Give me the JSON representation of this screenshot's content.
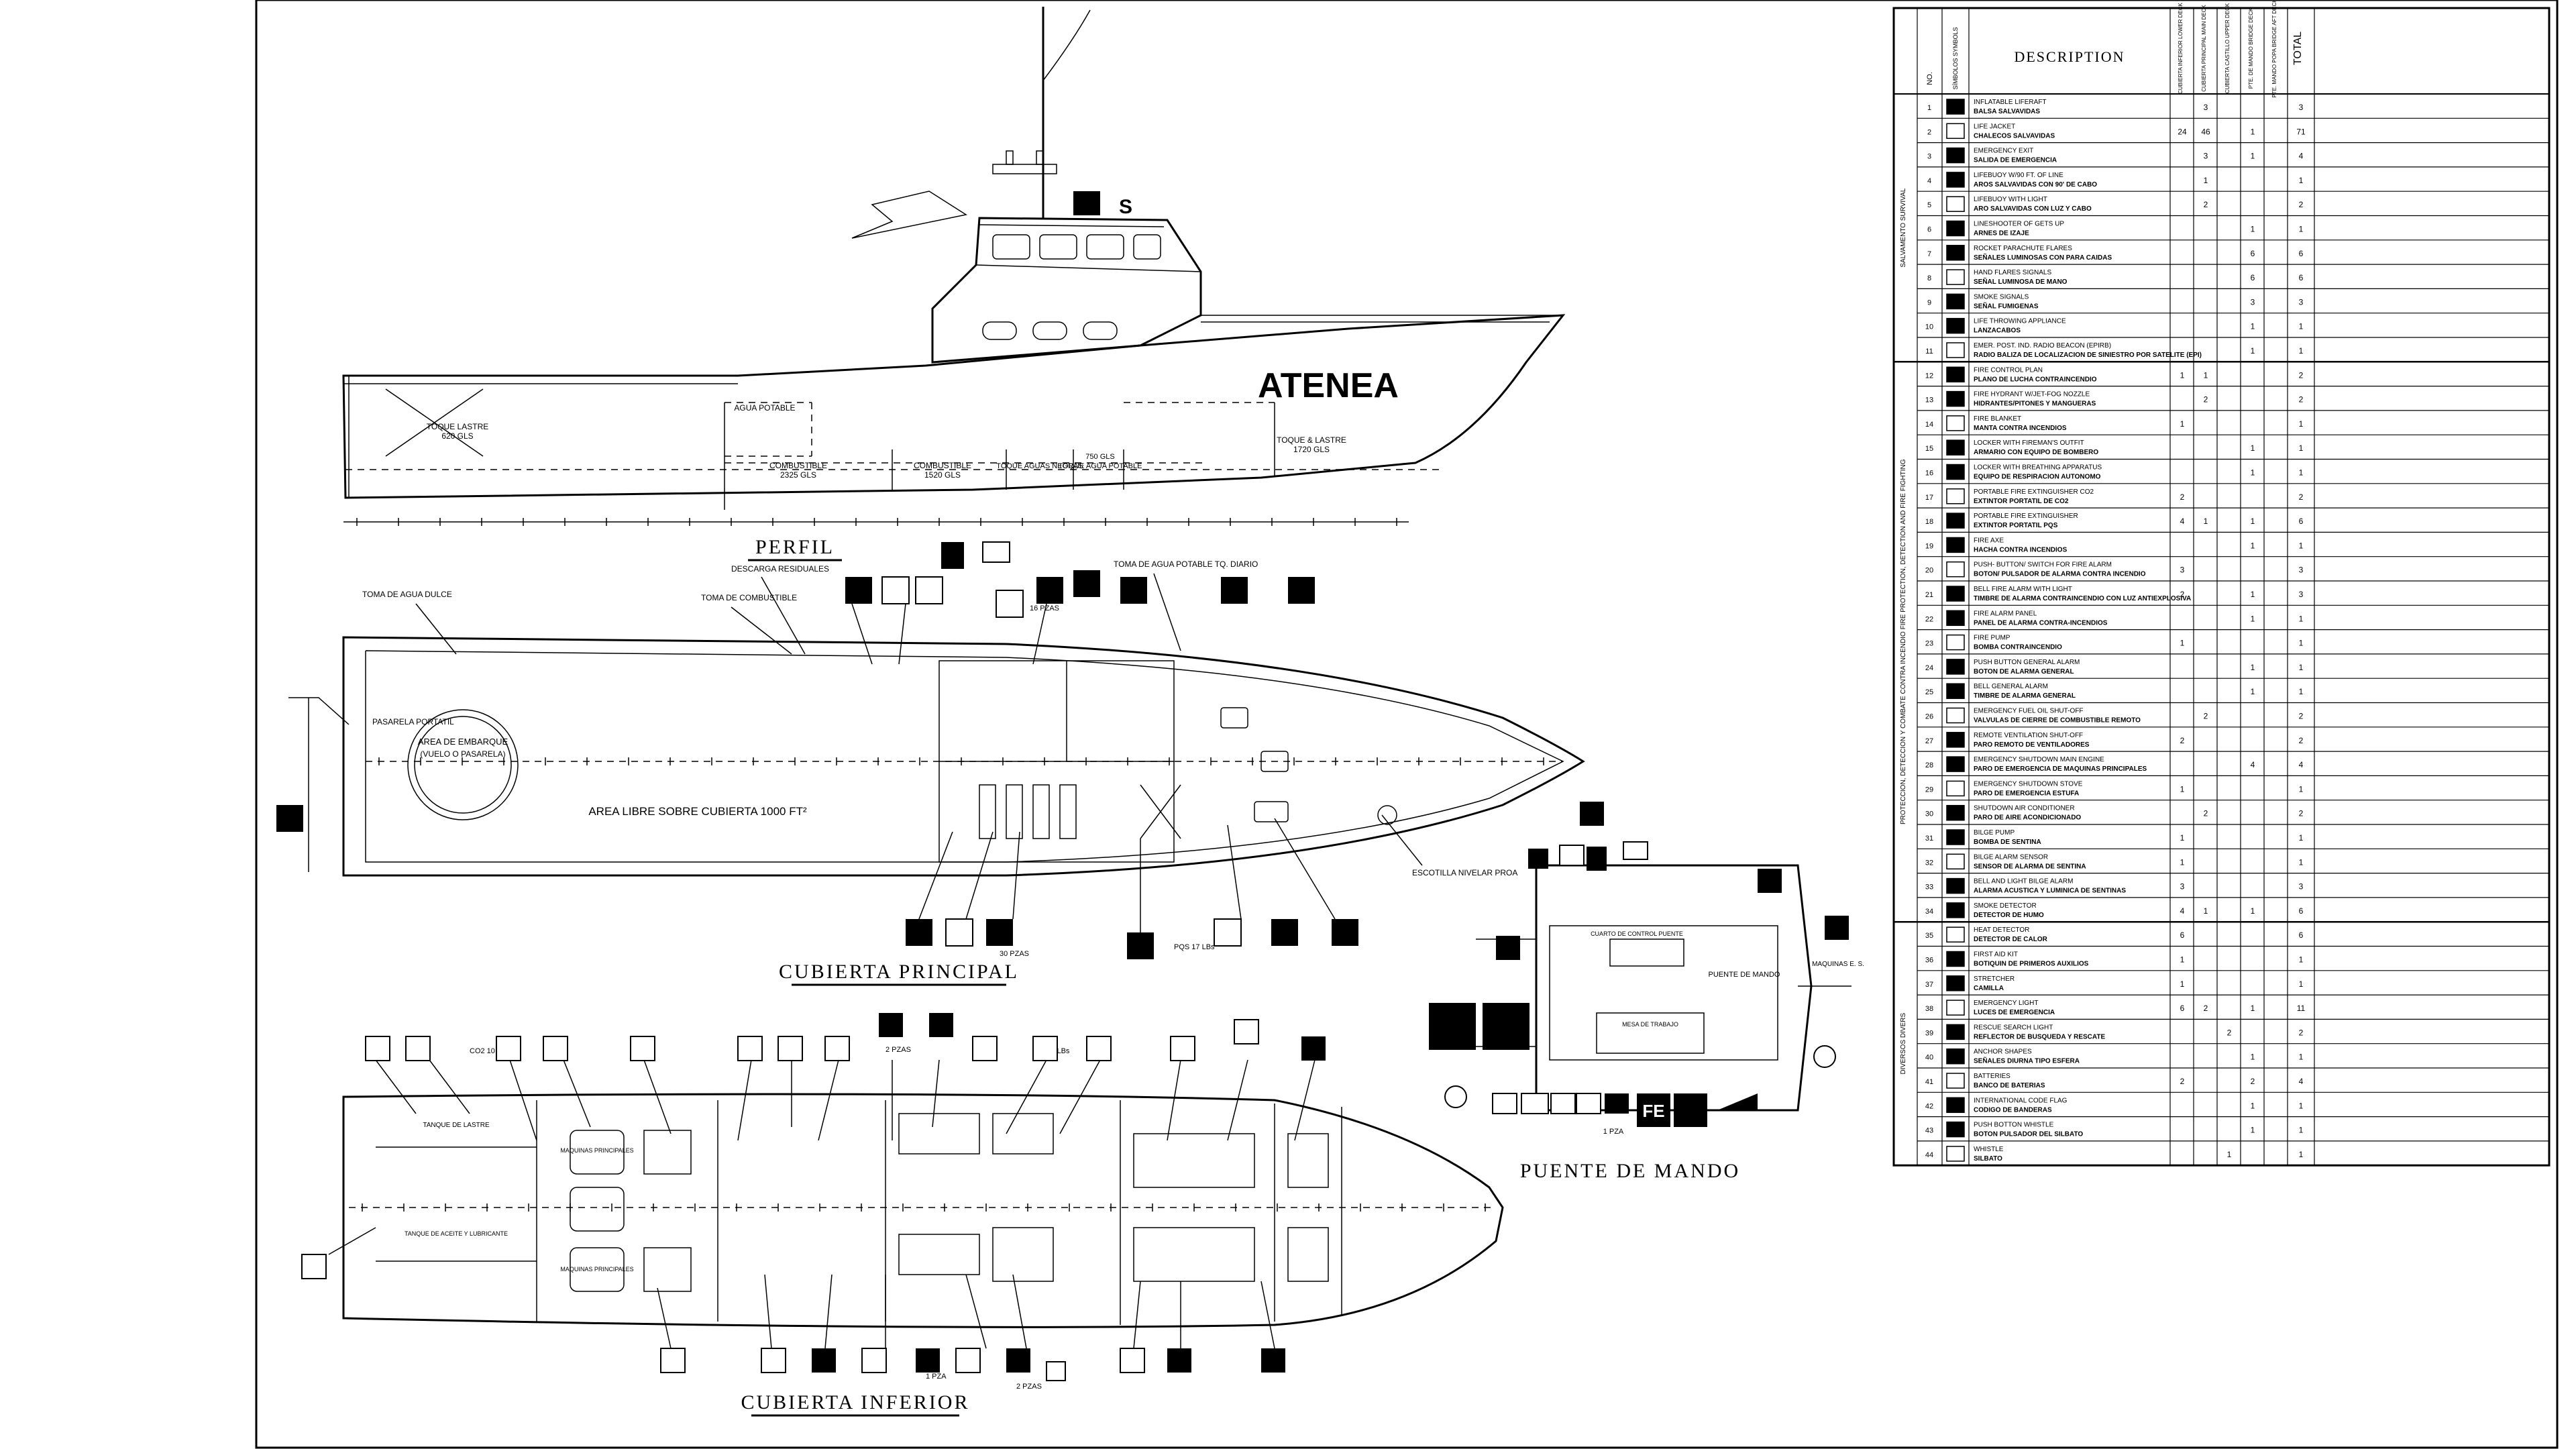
{
  "vessel_name": "ATENEA",
  "views": {
    "profile": "PERFIL",
    "main_deck": "CUBIERTA PRINCIPAL",
    "lower_deck": "CUBIERTA INFERIOR",
    "bridge": "PUENTE DE MANDO"
  },
  "profile_labels": {
    "ballast_aft": "TOQUE LASTRE",
    "ballast_aft_cap": "620 GLS",
    "potable": "AGUA POTABLE",
    "fuel_1": "COMBUSTIBLE",
    "fuel_1_cap": "2325 GLS",
    "fuel_2": "COMBUSTIBLE",
    "fuel_2_cap": "1520 GLS",
    "black_water": "TOQUE AGUAS NEGRAS",
    "potable_2": "TOQUE AGUA POTABLE",
    "potable_2_cap": "750 GLS",
    "ballast_fwd": "TOQUE & LASTRE",
    "ballast_fwd_cap": "1720 GLS"
  },
  "main_deck_labels": {
    "fresh_water": "TOMA DE AGUA DULCE",
    "discharge": "DESCARGA RESIDUALES",
    "fuel_intake": "TOMA DE COMBUSTIBLE",
    "potable_intake": "TOMA DE AGUA POTABLE TQ. DIARIO",
    "gangway": "PASARELA PORTATIL",
    "boarding_area": "AREA DE EMBARQUE",
    "boarding_sub": "(VUELO O PASARELA)",
    "free_area": "AREA LIBRE SOBRE CUBIERTA 1000 FT²",
    "hatch": "ESCOTILLA NIVELAR PROA",
    "jackets_16": "16 PZAS",
    "jackets_30": "30 PZAS",
    "pqs_17": "PQS 17 LBs"
  },
  "lower_deck_labels": {
    "ballast_tank": "TANQUE DE LASTRE",
    "engine_room": "MAQUINAS PRINCIPALES",
    "oil_tank": "TANQUE DE ACEITE Y LUBRICANTE",
    "engine_room_2": "MAQUINAS PRINCIPALES",
    "pieces_2": "2 PZAS",
    "pieces_1": "1 PZA",
    "pieces_2b": "2 PZAS",
    "pqs_4": "PQS 4 LBs",
    "co2_10": "CO2 10 LBs"
  },
  "bridge_labels": {
    "control": "CUARTO DE CONTROL PUENTE",
    "door": "PUENTE DE MANDO",
    "piece_1": "1 PZA",
    "work_table": "MESA DE TRABAJO",
    "engine": "MAQUINAS E. S."
  },
  "table": {
    "headers": {
      "no": "NO.",
      "symbol": "SÍMBOLOS SYMBOLS",
      "description": "DESCRIPTION",
      "c1": "CUBIERTA INFERIOR LOWER DECK",
      "c2": "CUBIERTA PRINCIPAL MAIN DECK",
      "c3": "CUBIERTA CASTILLO UPPER DECK",
      "c4": "PTE. DE MANDO BRIDGE DECK",
      "c5": "PTE. MANDO POPA BRIDGE AFT DECK",
      "total": "TOTAL"
    },
    "groups": [
      {
        "name": "SALVAMENTO SURVIVAL",
        "first": 1,
        "last": 11
      },
      {
        "name": "PROTECCION, DETECCION Y COMBATE CONTRA INCENDIO  FIRE PROTECTION, DETECTION AND FIRE FIGHTING",
        "first": 12,
        "last": 34
      },
      {
        "name": "DIVERSOS DIVERS",
        "first": 35,
        "last": 44
      }
    ],
    "rows": [
      {
        "no": "1",
        "en": "INFLATABLE LIFERAFT",
        "es": "BALSA SALVAVIDAS",
        "c": [
          "",
          "3",
          "",
          "",
          ""
        ],
        "t": "3"
      },
      {
        "no": "2",
        "en": "LIFE JACKET",
        "es": "CHALECOS SALVAVIDAS",
        "c": [
          "24",
          "46",
          "",
          "1",
          ""
        ],
        "t": "71"
      },
      {
        "no": "3",
        "en": "EMERGENCY EXIT",
        "es": "SALIDA DE EMERGENCIA",
        "c": [
          "",
          "3",
          "",
          "1",
          ""
        ],
        "t": "4"
      },
      {
        "no": "4",
        "en": "LIFEBUOY W/90 FT. OF LINE",
        "es": "AROS SALVAVIDAS CON 90' DE CABO",
        "c": [
          "",
          "1",
          "",
          "",
          ""
        ],
        "t": "1"
      },
      {
        "no": "5",
        "en": "LIFEBUOY WITH LIGHT",
        "es": "ARO SALVAVIDAS CON LUZ Y CABO",
        "c": [
          "",
          "2",
          "",
          "",
          ""
        ],
        "t": "2"
      },
      {
        "no": "6",
        "en": "LINESHOOTER OF GETS UP",
        "es": "ARNES DE IZAJE",
        "c": [
          "",
          "",
          "",
          "1",
          ""
        ],
        "t": "1"
      },
      {
        "no": "7",
        "en": "ROCKET PARACHUTE FLARES",
        "es": "SEÑALES LUMINOSAS CON PARA CAIDAS",
        "c": [
          "",
          "",
          "",
          "6",
          ""
        ],
        "t": "6"
      },
      {
        "no": "8",
        "en": "HAND FLARES SIGNALS",
        "es": "SEÑAL LUMINOSA DE MANO",
        "c": [
          "",
          "",
          "",
          "6",
          ""
        ],
        "t": "6"
      },
      {
        "no": "9",
        "en": "SMOKE SIGNALS",
        "es": "SEÑAL FUMIGENAS",
        "c": [
          "",
          "",
          "",
          "3",
          ""
        ],
        "t": "3"
      },
      {
        "no": "10",
        "en": "LIFE THROWING APPLIANCE",
        "es": "LANZACABOS",
        "c": [
          "",
          "",
          "",
          "1",
          ""
        ],
        "t": "1"
      },
      {
        "no": "11",
        "en": "EMER. POST. IND. RADIO BEACON (EPIRB)",
        "es": "RADIO BALIZA DE LOCALIZACION DE SINIESTRO POR SATELITE (EPI)",
        "c": [
          "",
          "",
          "",
          "1",
          ""
        ],
        "t": "1"
      },
      {
        "no": "12",
        "en": "FIRE CONTROL PLAN",
        "es": "PLANO DE LUCHA CONTRAINCENDIO",
        "c": [
          "1",
          "1",
          "",
          "",
          ""
        ],
        "t": "2"
      },
      {
        "no": "13",
        "en": "FIRE HYDRANT W/JET-FOG NOZZLE",
        "es": "HIDRANTES/PITONES Y MANGUERAS",
        "c": [
          "",
          "2",
          "",
          "",
          ""
        ],
        "t": "2"
      },
      {
        "no": "14",
        "en": "FIRE BLANKET",
        "es": "MANTA CONTRA INCENDIOS",
        "c": [
          "1",
          "",
          "",
          "",
          ""
        ],
        "t": "1"
      },
      {
        "no": "15",
        "en": "LOCKER WITH FIREMAN'S OUTFIT",
        "es": "ARMARIO CON EQUIPO DE BOMBERO",
        "c": [
          "",
          "",
          "",
          "1",
          ""
        ],
        "t": "1"
      },
      {
        "no": "16",
        "en": "LOCKER WITH BREATHING APPARATUS",
        "es": "EQUIPO DE RESPIRACION AUTONOMO",
        "c": [
          "",
          "",
          "",
          "1",
          ""
        ],
        "t": "1"
      },
      {
        "no": "17",
        "en": "PORTABLE FIRE EXTINGUISHER CO2",
        "es": "EXTINTOR PORTATIL DE CO2",
        "c": [
          "2",
          "",
          "",
          "",
          ""
        ],
        "t": "2"
      },
      {
        "no": "18",
        "en": "PORTABLE FIRE EXTINGUISHER",
        "es": "EXTINTOR PORTATIL PQS",
        "c": [
          "4",
          "1",
          "",
          "1",
          ""
        ],
        "t": "6"
      },
      {
        "no": "19",
        "en": "FIRE AXE",
        "es": "HACHA CONTRA INCENDIOS",
        "c": [
          "",
          "",
          "",
          "1",
          ""
        ],
        "t": "1"
      },
      {
        "no": "20",
        "en": "PUSH- BUTTON/ SWITCH FOR FIRE ALARM",
        "es": "BOTON/ PULSADOR DE ALARMA CONTRA INCENDIO",
        "c": [
          "3",
          "",
          "",
          "",
          ""
        ],
        "t": "3"
      },
      {
        "no": "21",
        "en": "BELL FIRE ALARM WITH LIGHT",
        "es": "TIMBRE DE ALARMA CONTRAINCENDIO CON LUZ ANTIEXPLOSIVA",
        "c": [
          "2",
          "",
          "",
          "1",
          ""
        ],
        "t": "3"
      },
      {
        "no": "22",
        "en": "FIRE ALARM PANEL",
        "es": "PANEL DE ALARMA CONTRA-INCENDIOS",
        "c": [
          "",
          "",
          "",
          "1",
          ""
        ],
        "t": "1"
      },
      {
        "no": "23",
        "en": "FIRE PUMP",
        "es": "BOMBA CONTRAINCENDIO",
        "c": [
          "1",
          "",
          "",
          "",
          ""
        ],
        "t": "1"
      },
      {
        "no": "24",
        "en": "PUSH BUTTON GENERAL ALARM",
        "es": "BOTON DE ALARMA GENERAL",
        "c": [
          "",
          "",
          "",
          "1",
          ""
        ],
        "t": "1"
      },
      {
        "no": "25",
        "en": "BELL GENERAL ALARM",
        "es": "TIMBRE DE ALARMA GENERAL",
        "c": [
          "",
          "",
          "",
          "1",
          ""
        ],
        "t": "1"
      },
      {
        "no": "26",
        "en": "EMERGENCY FUEL OIL SHUT-OFF",
        "es": "VALVULAS DE CIERRE DE COMBUSTIBLE REMOTO",
        "c": [
          "",
          "2",
          "",
          "",
          ""
        ],
        "t": "2"
      },
      {
        "no": "27",
        "en": "REMOTE VENTILATION SHUT-OFF",
        "es": "PARO REMOTO DE VENTILADORES",
        "c": [
          "2",
          "",
          "",
          "",
          ""
        ],
        "t": "2"
      },
      {
        "no": "28",
        "en": "EMERGENCY SHUTDOWN MAIN ENGINE",
        "es": "PARO DE EMERGENCIA DE MAQUINAS PRINCIPALES",
        "c": [
          "",
          "",
          "",
          "4",
          ""
        ],
        "t": "4"
      },
      {
        "no": "29",
        "en": "EMERGENCY SHUTDOWN STOVE",
        "es": "PARO DE EMERGENCIA ESTUFA",
        "c": [
          "1",
          "",
          "",
          "",
          ""
        ],
        "t": "1"
      },
      {
        "no": "30",
        "en": "SHUTDOWN AIR CONDITIONER",
        "es": "PARO DE AIRE ACONDICIONADO",
        "c": [
          "",
          "2",
          "",
          "",
          ""
        ],
        "t": "2"
      },
      {
        "no": "31",
        "en": "BILGE PUMP",
        "es": "BOMBA DE SENTINA",
        "c": [
          "1",
          "",
          "",
          "",
          ""
        ],
        "t": "1"
      },
      {
        "no": "32",
        "en": "BILGE ALARM SENSOR",
        "es": "SENSOR DE ALARMA DE SENTINA",
        "c": [
          "1",
          "",
          "",
          "",
          ""
        ],
        "t": "1"
      },
      {
        "no": "33",
        "en": "BELL AND LIGHT BILGE ALARM",
        "es": "ALARMA ACUSTICA Y LUMINICA DE SENTINAS",
        "c": [
          "3",
          "",
          "",
          "",
          ""
        ],
        "t": "3"
      },
      {
        "no": "34",
        "en": "SMOKE DETECTOR",
        "es": "DETECTOR DE HUMO",
        "c": [
          "4",
          "1",
          "",
          "1",
          ""
        ],
        "t": "6"
      },
      {
        "no": "35",
        "en": "HEAT DETECTOR",
        "es": "DETECTOR DE CALOR",
        "c": [
          "6",
          "",
          "",
          "",
          ""
        ],
        "t": "6"
      },
      {
        "no": "36",
        "en": "FIRST AID KIT",
        "es": "BOTIQUIN DE PRIMEROS AUXILIOS",
        "c": [
          "1",
          "",
          "",
          "",
          ""
        ],
        "t": "1"
      },
      {
        "no": "37",
        "en": "STRETCHER",
        "es": "CAMILLA",
        "c": [
          "1",
          "",
          "",
          "",
          ""
        ],
        "t": "1"
      },
      {
        "no": "38",
        "en": "EMERGENCY LIGHT",
        "es": "LUCES DE EMERGENCIA",
        "c": [
          "6",
          "2",
          "",
          "1",
          ""
        ],
        "t": "11"
      },
      {
        "no": "39",
        "en": "RESCUE SEARCH LIGHT",
        "es": "REFLECTOR DE BUSQUEDA Y RESCATE",
        "c": [
          "",
          "",
          "2",
          "",
          ""
        ],
        "t": "2"
      },
      {
        "no": "40",
        "en": "ANCHOR SHAPES",
        "es": "SEÑALES DIURNA TIPO ESFERA",
        "c": [
          "",
          "",
          "",
          "1",
          ""
        ],
        "t": "1"
      },
      {
        "no": "41",
        "en": "BATTERIES",
        "es": "BANCO DE BATERIAS",
        "c": [
          "2",
          "",
          "",
          "2",
          ""
        ],
        "t": "4"
      },
      {
        "no": "42",
        "en": "INTERNATIONAL CODE FLAG",
        "es": "CODIGO DE BANDERAS",
        "c": [
          "",
          "",
          "",
          "1",
          ""
        ],
        "t": "1"
      },
      {
        "no": "43",
        "en": "PUSH BOTTON WHISTLE",
        "es": "BOTON PULSADOR DEL SILBATO",
        "c": [
          "",
          "",
          "",
          "1",
          ""
        ],
        "t": "1"
      },
      {
        "no": "44",
        "en": "WHISTLE",
        "es": "SILBATO",
        "c": [
          "",
          "",
          "1",
          "",
          ""
        ],
        "t": "1"
      }
    ]
  }
}
